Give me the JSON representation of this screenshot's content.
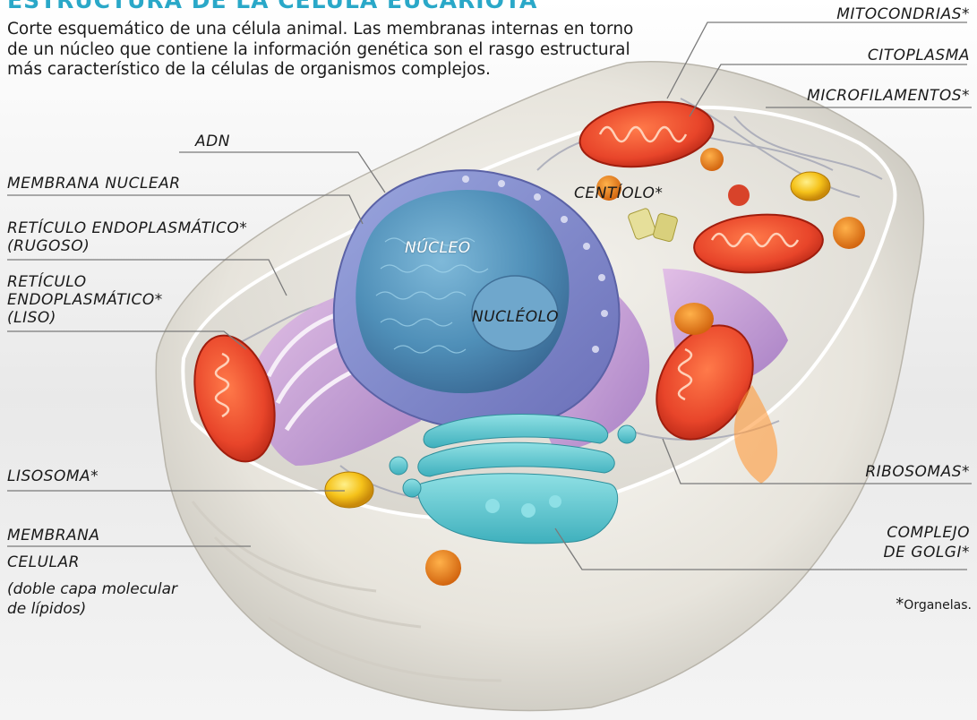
{
  "header": {
    "title": "ESTRUCTURA DE LA CÉLULA EUCARIOTA",
    "intro": "Corte esquemático de una célula animal. Las membranas internas en torno de un núcleo que contiene la información genética son el rasgo estructural más característico de la células de organismos complejos."
  },
  "labels": {
    "mitocondrias": "MITOCONDRIAS*",
    "citoplasma": "CITOPLASMA",
    "microfilamentos": "MICROFILAMENTOS*",
    "adn": "ADN",
    "membrana_nuclear": "MEMBRANA NUCLEAR",
    "rer_1": "RETÍCULO ENDOPLASMÁTICO*",
    "rer_2": "(RUGOSO)",
    "ser_1": "RETÍCULO",
    "ser_2": "ENDOPLASMÁTICO*",
    "ser_3": "(LISO)",
    "centiolo": "CENTÍOLO*",
    "nucleo": "NÚCLEO",
    "nucleolo": "NUCLÉOLO",
    "lisosoma": "LISOSOMA*",
    "ribosomas": "RIBOSOMAS*",
    "membrana_celular_1": "MEMBRANA",
    "membrana_celular_2": "CELULAR",
    "membrana_celular_3": "(doble capa molecular",
    "membrana_celular_4": "de lípidos)",
    "golgi_1": "COMPLEJO",
    "golgi_2": "DE GOLGI*"
  },
  "footnote": {
    "star": "*",
    "text": "Organelas."
  },
  "colors": {
    "title": "#2aa8c8",
    "mitochondria": "#e8452a",
    "nucleus": "#6f7fc0",
    "golgi": "#5cc6cf",
    "reticulum": "#c79ad0",
    "lysosome": "#f5c21a",
    "membrane": "#e6e3dc"
  }
}
